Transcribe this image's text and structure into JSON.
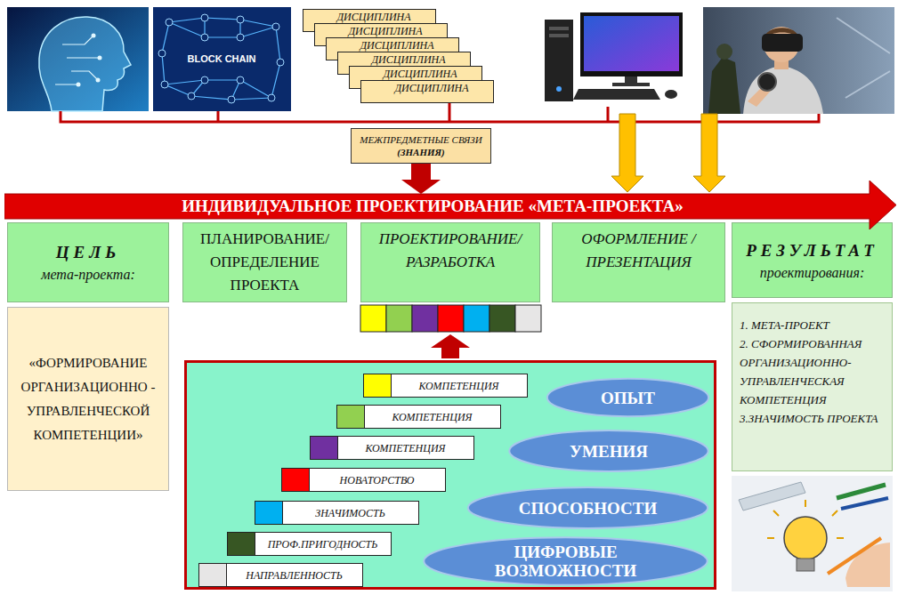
{
  "diagram": {
    "nodes": [
      {
        "text": [
          "ДИСЦИПЛИНА"
        ]
      },
      {
        "text": [
          "ДИСЦИПЛИНА"
        ]
      },
      {
        "text": [
          "ДИСЦИПЛИНА"
        ]
      },
      {
        "text": [
          "ДИСЦИПЛИНА"
        ]
      },
      {
        "text": [
          "ДИСЦИПЛИНА"
        ]
      },
      {
        "text": [
          "ДИСЦИПЛИНА"
        ]
      },
      {
        "text": [
          "МЕЖПРЕДМЕТНЫЕ СВЯЗИ",
          "(ЗНАНИЯ)"
        ]
      },
      {
        "text": [
          "ИНДИВИДУАЛЬНОЕ ПРОЕКТИРОВАНИЕ «МЕТА-ПРОЕКТА»"
        ]
      },
      {
        "text": [
          "ЦЕЛЬ",
          "мета-проекта:"
        ]
      },
      {
        "text": [
          "ПЛАНИРОВАНИЕ/ ОПРЕДЕЛЕНИЕ ПРОЕКТА"
        ]
      },
      {
        "text": [
          "ПРОЕКТИРОВАНИЕ/ РАЗРАБОТКА"
        ]
      },
      {
        "text": [
          "ОФОРМЛЕНИЕ / ПРЕЗЕНТАЦИЯ"
        ]
      },
      {
        "text": [
          "РЕЗУЛЬТАТ",
          "проектирования:"
        ]
      },
      {
        "text": [
          "«ФОРМИРОВАНИЕ ОРГАНИЗАЦИОННО - УПРАВЛЕНЧЕСКОЙ КОМПЕТЕНЦИИ»"
        ]
      },
      {
        "text": [
          "1. МЕТА-ПРОЕКТ",
          "2. СФОРМИРОВАННАЯ ОРГАНИЗАЦИОННО-УПРАВЛЕНЧЕСКАЯ КОМПЕТЕНЦИЯ",
          "3.ЗНАЧИМОСТЬ ПРОЕКТА"
        ]
      },
      {
        "text": []
      },
      {
        "text": [
          "КОМПЕТЕНЦИЯ"
        ],
        "in": 15
      },
      {
        "text": [
          "КОМПЕТЕНЦИЯ"
        ],
        "in": 15
      },
      {
        "text": [
          "КОМПЕТЕНЦИЯ"
        ],
        "in": 15
      },
      {
        "text": [
          "НОВАТОРСТВО"
        ],
        "in": 15
      },
      {
        "text": [
          "ЗНАЧИМОСТЬ"
        ],
        "in": 15
      },
      {
        "text": [
          "ПРОФ.ПРИГОДНОСТЬ"
        ],
        "in": 15
      },
      {
        "text": [
          "НАПРАВЛЕННОСТЬ"
        ],
        "in": 15
      },
      {
        "text": [
          "ОПЫТ"
        ],
        "in": 15
      },
      {
        "text": [
          "УМЕНИЯ"
        ],
        "in": 15
      },
      {
        "text": [
          "СПОСОБНОСТИ"
        ],
        "in": 15
      },
      {
        "text": [
          "ЦИФРОВЫЕ ВОЗМОЖНОСТИ"
        ],
        "in": 15
      }
    ],
    "edges": [
      {
        "from": 6,
        "to": 7,
        "arrow": "to"
      }
    ],
    "labels": [
      "BLOCK CHAIN"
    ]
  }
}
